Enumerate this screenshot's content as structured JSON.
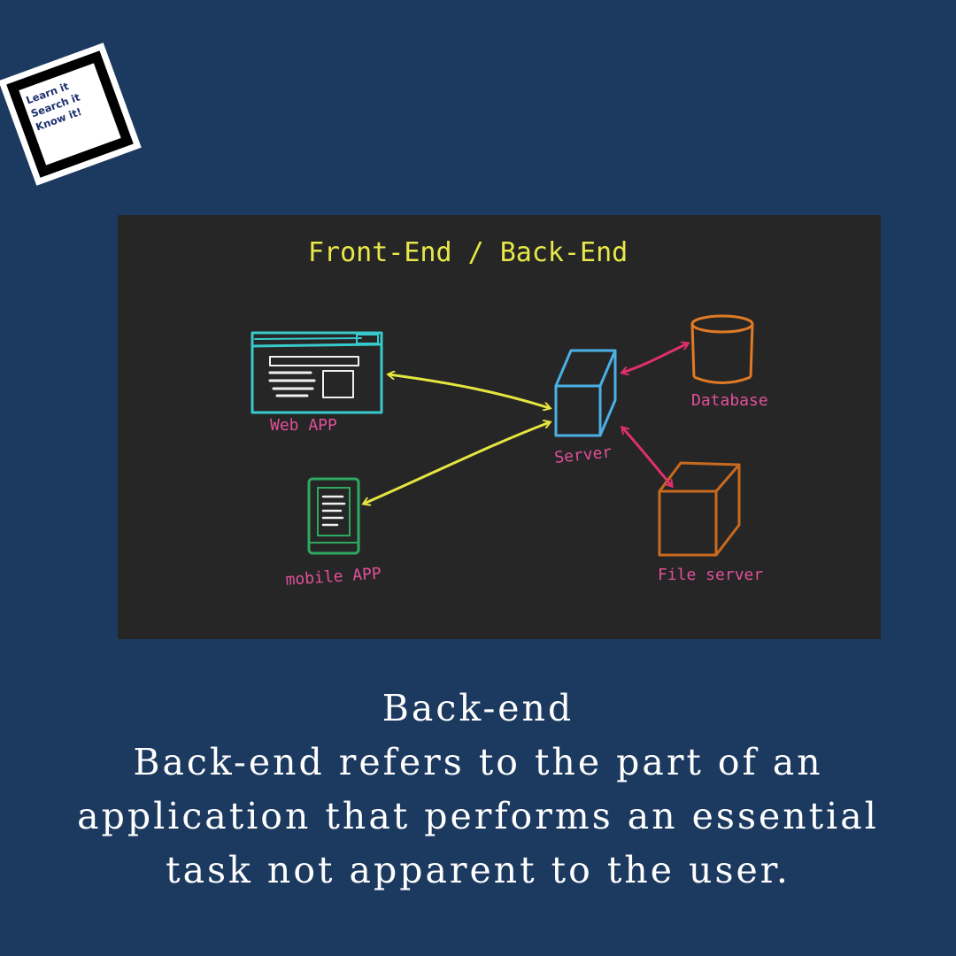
{
  "logo": {
    "lines": [
      "Learn it",
      "Search it",
      "Know it!"
    ]
  },
  "diagram": {
    "title": "Front-End  /  Back-End",
    "labels": {
      "web_app": "Web APP",
      "mobile_app": "mobile APP",
      "server": "Server",
      "database": "Database",
      "file_server": "File server"
    },
    "colors": {
      "board": "#262626",
      "title": "#e8e84a",
      "web_app": "#38c9cc",
      "mobile_app": "#2fa860",
      "server": "#4ab0e6",
      "database": "#e07a25",
      "file_server": "#c86a1f",
      "label": "#e0509a",
      "frontend_arrow": "#e5e540",
      "backend_arrow": "#e0306a",
      "doc_lines": "#f0f0f0"
    }
  },
  "caption": {
    "heading": "Back-end",
    "lines": [
      "Back-end refers to the part of an",
      "application that performs an essential",
      "task not apparent to the user."
    ]
  }
}
